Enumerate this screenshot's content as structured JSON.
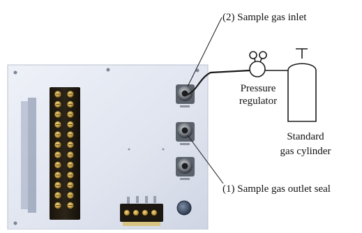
{
  "labels": {
    "sample_gas_inlet": "(2) Sample gas inlet",
    "sample_gas_outlet_seal": "(1) Sample gas outlet seal",
    "pressure_regulator_line1": "Pressure",
    "pressure_regulator_line2": "regulator",
    "standard_gas_cylinder_line1": "Standard",
    "standard_gas_cylinder_line2": "gas cylinder"
  }
}
